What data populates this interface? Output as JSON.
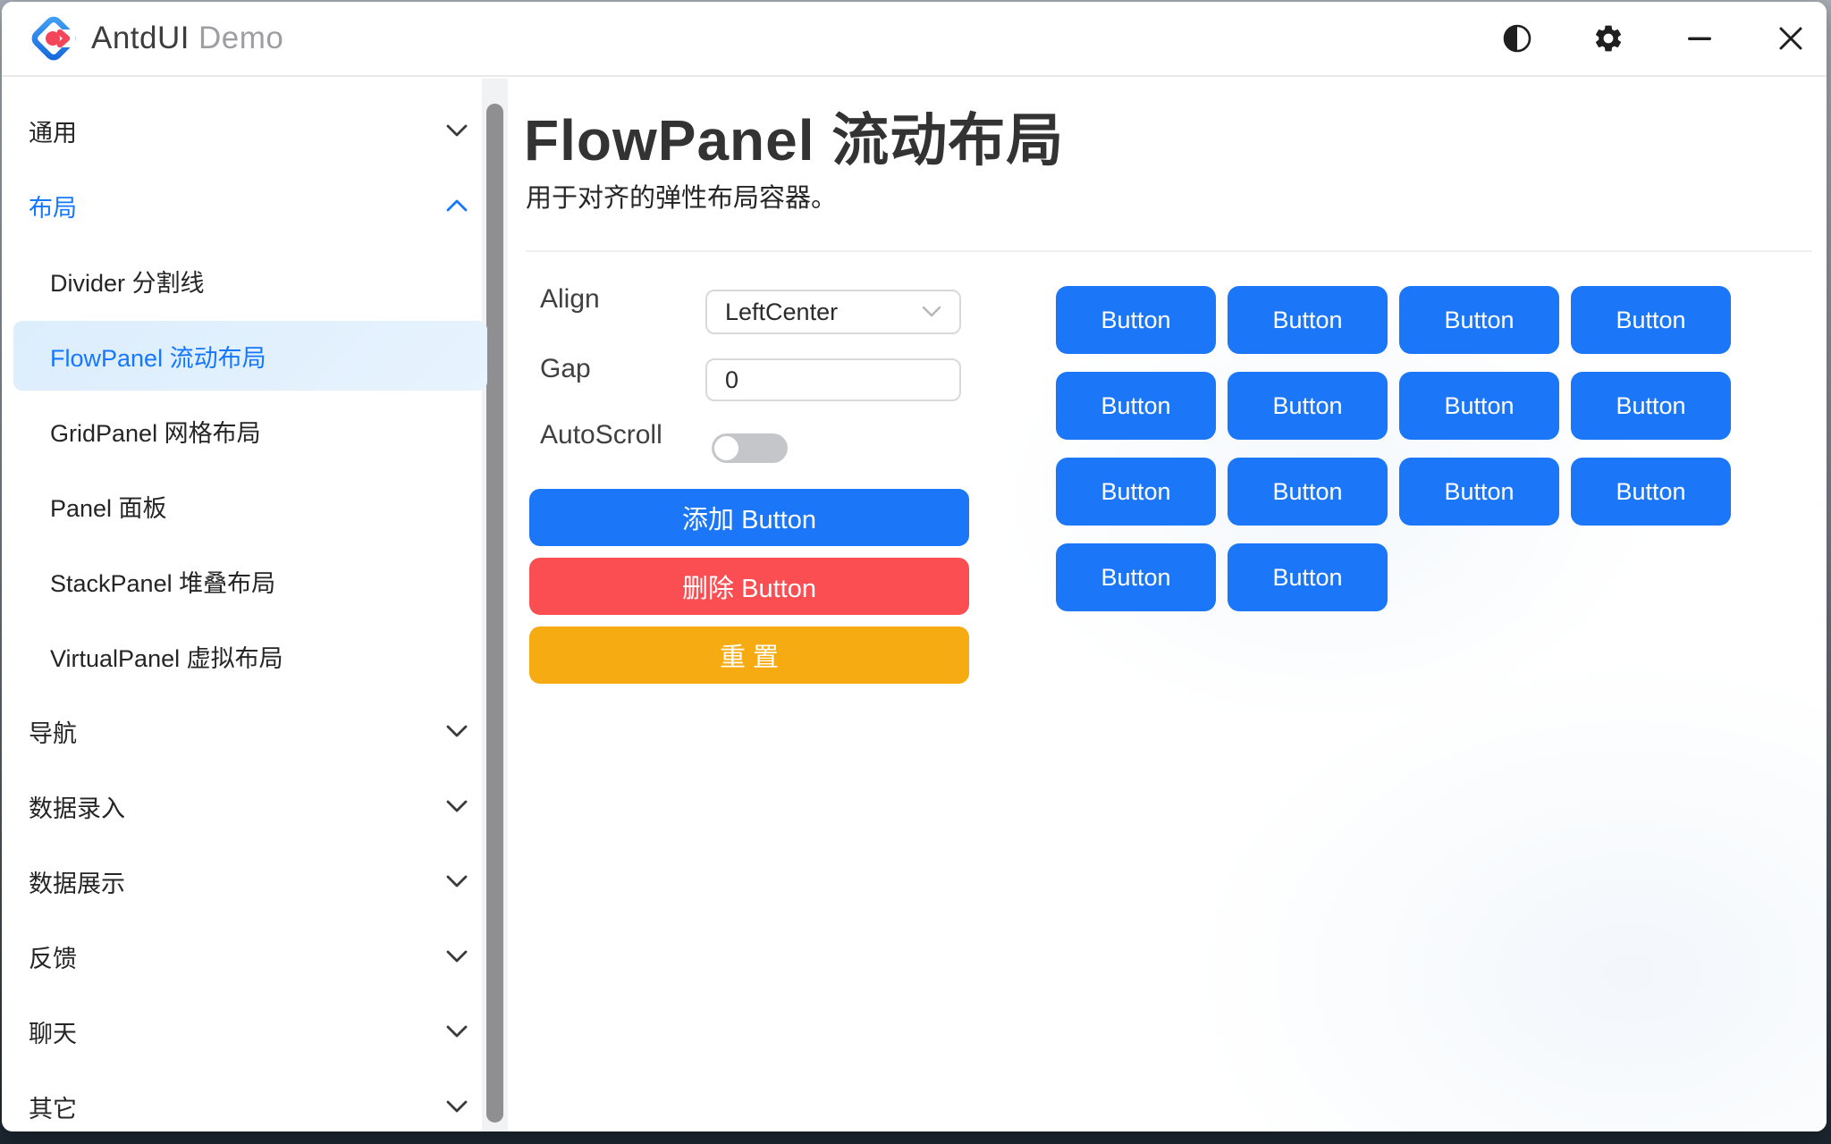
{
  "titlebar": {
    "brand": "AntdUI",
    "suffix": "Demo",
    "icons": [
      "app-logo-icon",
      "theme-toggle-icon",
      "settings-icon",
      "minimize-icon",
      "close-icon"
    ]
  },
  "sidebar": {
    "items": [
      {
        "label": "通用",
        "type": "group",
        "state": "collapsed"
      },
      {
        "label": "布局",
        "type": "group",
        "state": "expanded",
        "active": true
      },
      {
        "label": "Divider 分割线",
        "type": "child"
      },
      {
        "label": "FlowPanel 流动布局",
        "type": "child",
        "selected": true
      },
      {
        "label": "GridPanel 网格布局",
        "type": "child"
      },
      {
        "label": "Panel 面板",
        "type": "child"
      },
      {
        "label": "StackPanel 堆叠布局",
        "type": "child"
      },
      {
        "label": "VirtualPanel 虚拟布局",
        "type": "child"
      },
      {
        "label": "导航",
        "type": "group",
        "state": "collapsed"
      },
      {
        "label": "数据录入",
        "type": "group",
        "state": "collapsed"
      },
      {
        "label": "数据展示",
        "type": "group",
        "state": "collapsed"
      },
      {
        "label": "反馈",
        "type": "group",
        "state": "collapsed"
      },
      {
        "label": "聊天",
        "type": "group",
        "state": "collapsed"
      },
      {
        "label": "其它",
        "type": "group",
        "state": "collapsed"
      }
    ]
  },
  "page": {
    "title": "FlowPanel 流动布局",
    "subtitle": "用于对齐的弹性布局容器。"
  },
  "controls": {
    "align_label": "Align",
    "align_value": "LeftCenter",
    "gap_label": "Gap",
    "gap_value": "0",
    "autoscroll_label": "AutoScroll",
    "autoscroll_on": false
  },
  "actions": {
    "add_label": "添加 Button",
    "delete_label": "删除 Button",
    "reset_label": "重 置"
  },
  "demo": {
    "button_label": "Button",
    "rows": [
      4,
      4,
      4,
      2
    ]
  },
  "colors": {
    "primary": "#1b77f8",
    "danger": "#fa4e52",
    "warning": "#f5ab11",
    "selected_bg": "#e3f1fd",
    "accent_text": "#1677ff"
  }
}
